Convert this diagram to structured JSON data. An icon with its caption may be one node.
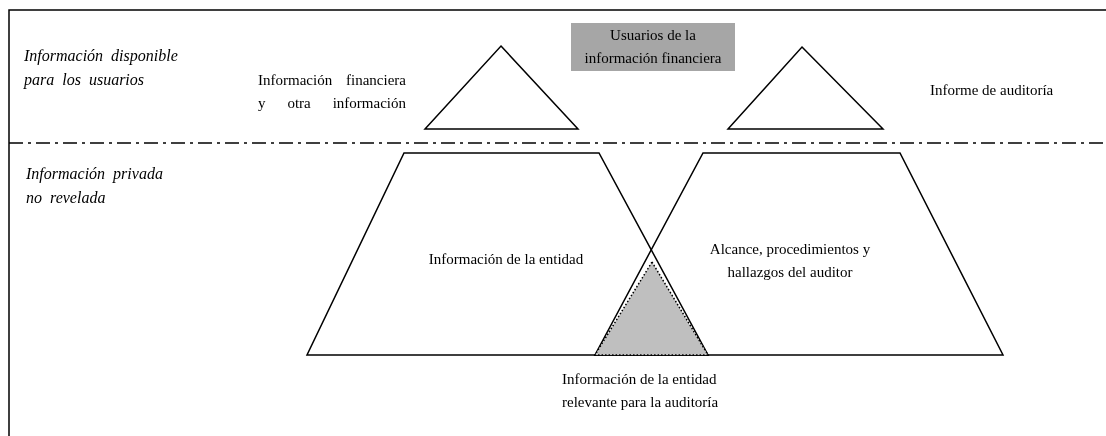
{
  "diagram": {
    "nodes": [
      {
        "text": [
          "Usuarios de la información financiera"
        ]
      },
      {
        "text": [],
        "shape": "triangle",
        "beside": [
          "Información financiera y otra información"
        ]
      },
      {
        "text": [],
        "shape": "triangle"
      },
      {
        "text": [
          "Información de la entidad"
        ]
      },
      {
        "text": [
          "Alcance, procedimientos y hallazgos del auditor"
        ]
      },
      {
        "text": [],
        "shape": "triangle",
        "beside": [
          "Información de la entidad relevante para la auditoría"
        ]
      }
    ],
    "edges": [],
    "labels": [
      "Información disponible para los usuarios",
      "Informe de auditoría",
      "Información privada no revelada"
    ]
  }
}
